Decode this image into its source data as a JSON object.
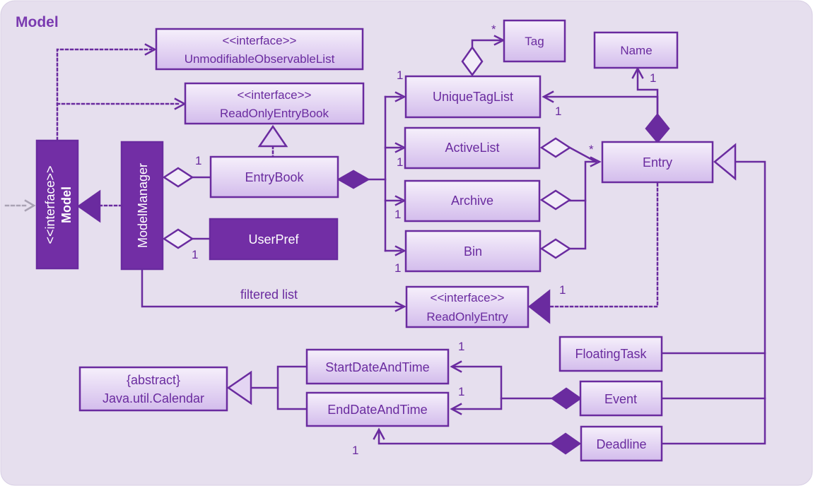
{
  "diagram": {
    "title": "Model",
    "colors": {
      "background": "#e6dfee",
      "border": "#6a2b9f",
      "box_fill_top": "#f6f0fb",
      "box_fill_bottom": "#d3bcec",
      "box_dark": "#722ea5",
      "text": "#6a2b9f",
      "text_light": "#ffffff",
      "gray_arrow": "#a9a2b3"
    },
    "boxes": {
      "unmodifiable_list": {
        "stereotype": "<<interface>>",
        "name": "UnmodifiableObservableList"
      },
      "readonly_entrybook": {
        "stereotype": "<<interface>>",
        "name": "ReadOnlyEntryBook"
      },
      "model_interface": {
        "stereotype": "<<interface>>",
        "name": "Model"
      },
      "model_manager": {
        "name": "ModelManager"
      },
      "entry_book": {
        "name": "EntryBook"
      },
      "user_pref": {
        "name": "UserPref"
      },
      "unique_tag_list": {
        "name": "UniqueTagList"
      },
      "tag": {
        "name": "Tag"
      },
      "name": {
        "name": "Name"
      },
      "active_list": {
        "name": "ActiveList"
      },
      "archive": {
        "name": "Archive"
      },
      "bin": {
        "name": "Bin"
      },
      "entry": {
        "name": "Entry"
      },
      "readonly_entry": {
        "stereotype": "<<interface>>",
        "name": "ReadOnlyEntry"
      },
      "floating_task": {
        "name": "FloatingTask"
      },
      "event": {
        "name": "Event"
      },
      "deadline": {
        "name": "Deadline"
      },
      "start_date_time": {
        "name": "StartDateAndTime"
      },
      "end_date_time": {
        "name": "EndDateAndTime"
      },
      "calendar": {
        "stereotype": "{abstract}",
        "name": "Java.util.Calendar"
      }
    },
    "labels": {
      "filtered_list": "filtered list",
      "mult_tag_star": "*",
      "mult_uniquetaglist_1": "1",
      "mult_entry_taglist_1": "1",
      "mult_name_1": "1",
      "mult_entrybook_1": "1",
      "mult_userpref_1": "1",
      "mult_activelist_1": "1",
      "mult_archive_1": "1",
      "mult_bin_1": "1",
      "mult_entry_star": "*",
      "mult_readonly_entry_1": "1",
      "mult_start_1": "1",
      "mult_end_1": "1",
      "mult_deadline_end_1": "1"
    }
  }
}
